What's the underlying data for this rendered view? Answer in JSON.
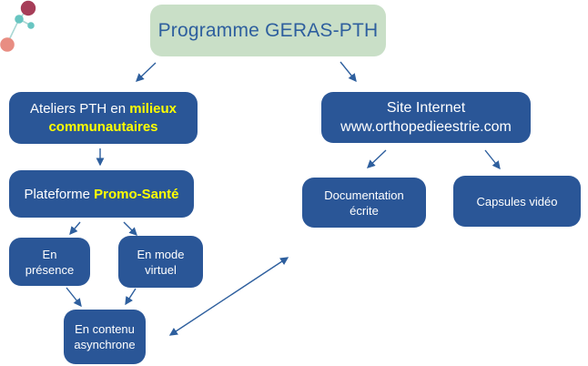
{
  "title": {
    "label": "Programme GERAS-PTH"
  },
  "nodes": {
    "ateliers": {
      "prefix": "Ateliers PTH en ",
      "highlight": "milieux communautaires"
    },
    "plateforme": {
      "prefix": "Plateforme ",
      "highlight": "Promo-Santé"
    },
    "en_presence": {
      "label": "En présence"
    },
    "en_mode_virtuel": {
      "label": "En mode virtuel"
    },
    "asynchrone": {
      "label": "En contenu asynchrone"
    },
    "site": {
      "line1": "Site Internet",
      "line2": "www.orthopedieestrie.com"
    },
    "documentation": {
      "label": "Documentation écrite"
    },
    "capsules": {
      "label": "Capsules vidéo"
    }
  },
  "colors": {
    "node_blue": "#2a5697",
    "title_green": "#c9dfc7",
    "title_text": "#2e5f9e",
    "arrow": "#2e5f9e",
    "highlight_yellow": "#ffff00",
    "logo_maroon": "#a63d58",
    "logo_teal": "#68c5c1",
    "logo_salmon": "#e88d82",
    "logo_line": "#a9d8d4"
  }
}
